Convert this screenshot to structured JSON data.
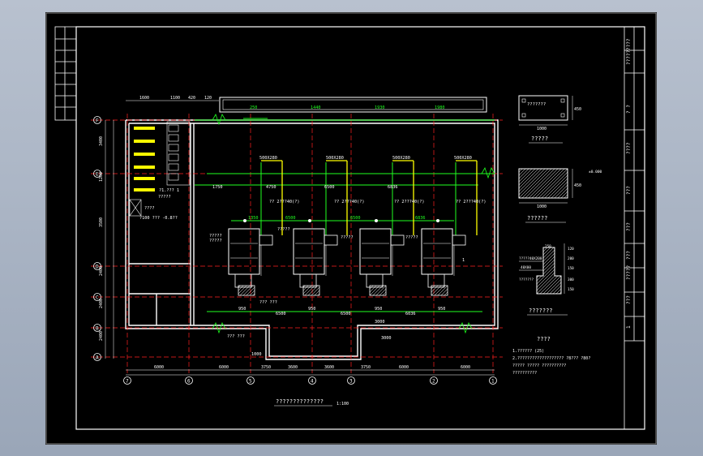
{
  "drawing": {
    "title": "??????????????",
    "scale": "1:100",
    "notes": [
      "1.??????  (25)",
      "2.???????????????????    ?8???    ?80?",
      "  ?????  ?????  ??????????",
      "  ??????????"
    ]
  },
  "title_block": {
    "cells": [
      "?????????",
      "?  ?",
      "????",
      "???",
      "???",
      "???",
      "?????",
      "???",
      "1",
      "1",
      "?"
    ]
  },
  "grid": {
    "cols": [
      "7",
      "6",
      "5",
      "4",
      "3",
      "2",
      "1"
    ],
    "rows": [
      "F",
      "E",
      "D",
      "C",
      "B",
      "A"
    ],
    "bottom_dims": [
      "6000",
      "6000",
      "3750",
      "3600",
      "3600",
      "3750",
      "6000",
      "6000"
    ],
    "left_dims": [
      "3400",
      "1200",
      "3500",
      "2400",
      "2400",
      "2400"
    ],
    "top_dims": [
      "1600",
      "1100",
      "420",
      "120"
    ]
  },
  "ducts": {
    "top_dims": [
      "250",
      "1440",
      "1930",
      "1980"
    ],
    "duct_sizes": [
      "500X280",
      "500X280",
      "500X280",
      "500X280"
    ],
    "mid_dims": [
      "1750",
      "4750",
      "6500",
      "6836"
    ],
    "row_dims": [
      "1350",
      "6500",
      "6500",
      "6836"
    ],
    "bottom_dims": [
      "950",
      "6500",
      "950",
      "6500",
      "950",
      "6036",
      "950"
    ],
    "lower_dims": [
      "3000",
      "3000",
      "1000"
    ],
    "labels": [
      "?? 2???40(?)",
      "?? 2???40(?)",
      "?? 2???40(?)",
      "?? 2???40(?)"
    ],
    "hood_labels": [
      "?????",
      "?????",
      "?????",
      "?????"
    ],
    "misc": [
      "?????",
      "1",
      "1",
      "??? ???",
      "??? ???"
    ]
  },
  "left_room": {
    "labels": [
      "?????",
      "?1.??? 1",
      "????",
      "?100 ??? -0.8??"
    ]
  },
  "details": {
    "d1_title": "?????",
    "d1_label": "???????",
    "d1_w": "1000",
    "d1_h": "450",
    "d2_title": "??????",
    "d2_w": "1000",
    "d2_h": "450",
    "d2_level": "±0.000",
    "d3_title": "???????",
    "d3_labels": [
      "?????40X200",
      "40X00",
      "???????"
    ],
    "d3_dims": [
      "250",
      "120",
      "200",
      "150",
      "300",
      "150"
    ],
    "d4_title": "????"
  },
  "colors": {
    "background": "#000000",
    "frame": "#ffffff",
    "axis": "#ff2020",
    "duct": "#20ff20",
    "ventilation": "#ffff00",
    "equipment": "#ffffff"
  }
}
